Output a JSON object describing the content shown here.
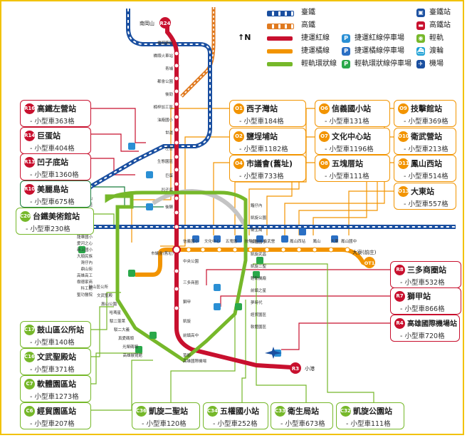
{
  "legend": {
    "lines": [
      {
        "label": "臺鐵",
        "color": "#1a4fa0",
        "style": "rail"
      },
      {
        "label": "高鐵",
        "color": "#e07a20",
        "style": "rail"
      },
      {
        "label": "捷運紅線",
        "color": "#c8102e",
        "style": "solid"
      },
      {
        "label": "捷運橘線",
        "color": "#f29400",
        "style": "solid"
      },
      {
        "label": "輕軌環狀線",
        "color": "#76b82a",
        "style": "solid"
      }
    ],
    "parking": [
      {
        "label": "捷運紅線停車場",
        "color": "#2a8fd4"
      },
      {
        "label": "捷運橘線停車場",
        "color": "#2a6fc4"
      },
      {
        "label": "輕軌環狀線停車場",
        "color": "#2aa84a"
      }
    ],
    "icons": [
      {
        "label": "臺鐵站",
        "icon": "train-icon",
        "color": "#1a4fa0"
      },
      {
        "label": "高鐵站",
        "icon": "hsr-icon",
        "color": "#c8102e"
      },
      {
        "label": "輕軌",
        "icon": "lrt-icon",
        "color": "#76b82a"
      },
      {
        "label": "渡輪",
        "icon": "ferry-icon",
        "color": "#1a9fd4"
      },
      {
        "label": "機場",
        "icon": "airplane-icon",
        "color": "#1a4fa0"
      }
    ]
  },
  "north_label": "N",
  "map_labels": {
    "top_station": "南岡山",
    "top_code": "R24",
    "end_orange": "大寮(前庄)",
    "end_orange_code": "OT1",
    "end_red": "小港",
    "end_red_code": "R3",
    "orange_stops": [
      "市議會(舊址)",
      "信義國小",
      "文化中心",
      "五塊厝",
      "技擊館",
      "衛武營",
      "鳳山西站",
      "鳳山",
      "大東",
      "鳳山國中"
    ],
    "red_stops": [
      "橋頭糖廠",
      "橋頭火車站",
      "青埔",
      "都會公園",
      "後勁",
      "楠梓加工區",
      "油廠國小",
      "世運",
      "左營",
      "生態園區",
      "巨蛋",
      "凹子底",
      "後驛",
      "中央公園",
      "三多商圈",
      "獅甲",
      "凱旋",
      "前鎮高中",
      "草衙",
      "高雄國際機場"
    ],
    "lrt_stops": [
      "籬仔內",
      "凱旋公園",
      "衛生局",
      "五權國小",
      "凱旋武昌",
      "凱旋二聖",
      "輕軌機廠",
      "前鎮之星",
      "夢時代",
      "經貿園區",
      "軟體園區",
      "高雄展覽館",
      "光榮碼頭",
      "真愛碼頭",
      "駁二大義",
      "駁二蓬萊",
      "哈瑪星",
      "壽山公園",
      "文武聖殿",
      "鼓山區公所",
      "鼓山",
      "馬卡道",
      "台鐵美術館",
      "內惟藝術中心",
      "美術館",
      "聯合醫院",
      "龍華國小",
      "愛河之心",
      "新上國小",
      "大順民族",
      "灣仔內",
      "鼎山街",
      "高雄高工",
      "樹德家商",
      "科工館",
      "聖功醫院"
    ]
  },
  "stations": [
    {
      "id": "r16",
      "code": "R16",
      "name": "高鐵左營站",
      "cap": "- 小型車363格",
      "color": "red"
    },
    {
      "id": "r14",
      "code": "R14",
      "name": "巨蛋站",
      "cap": "- 小型車404格",
      "color": "red"
    },
    {
      "id": "r13",
      "code": "R13",
      "name": "凹子底站",
      "cap": "- 小型車1360格",
      "color": "red"
    },
    {
      "id": "r10",
      "code": "R10",
      "name": "美麗島站",
      "cap": "- 小型車675格",
      "color": "mixed"
    },
    {
      "id": "c20",
      "code": "C20",
      "name": "台鐵美術館站",
      "cap": "- 小型車230格",
      "color": "green"
    },
    {
      "id": "o1",
      "code": "O1",
      "name": "西子灣站",
      "cap": "- 小型車184格",
      "color": "orange"
    },
    {
      "id": "o2",
      "code": "O2",
      "name": "鹽埕埔站",
      "cap": "- 小型車1182格",
      "color": "orange"
    },
    {
      "id": "o4",
      "code": "O4",
      "name": "市議會(舊址)",
      "cap": "- 小型車733格",
      "color": "orange"
    },
    {
      "id": "o6",
      "code": "O6",
      "name": "信義國小站",
      "cap": "- 小型車131格",
      "color": "orange"
    },
    {
      "id": "o7",
      "code": "O7",
      "name": "文化中心站",
      "cap": "- 小型車1196格",
      "color": "orange"
    },
    {
      "id": "o8",
      "code": "O8",
      "name": "五塊厝站",
      "cap": "- 小型車111格",
      "color": "orange"
    },
    {
      "id": "o9",
      "code": "O9",
      "name": "技擊館站",
      "cap": "- 小型車369格",
      "color": "orange"
    },
    {
      "id": "o10",
      "code": "O10",
      "name": "衛武營站",
      "cap": "- 小型車213格",
      "color": "orange"
    },
    {
      "id": "o11",
      "code": "O11",
      "name": "鳳山西站",
      "cap": "- 小型車514格",
      "color": "orange"
    },
    {
      "id": "o13",
      "code": "O13",
      "name": "大東站",
      "cap": "- 小型車557格",
      "color": "orange"
    },
    {
      "id": "r8",
      "code": "R8",
      "name": "三多商圈站",
      "cap": "- 小型車532格",
      "color": "red"
    },
    {
      "id": "r7",
      "code": "R7",
      "name": "獅甲站",
      "cap": "- 小型車866格",
      "color": "red"
    },
    {
      "id": "r4",
      "code": "R4",
      "name": "高雄國際機場站",
      "cap": "- 小型車720格",
      "color": "red"
    },
    {
      "id": "c17",
      "code": "C17",
      "name": "鼓山區公所站",
      "cap": "- 小型車140格",
      "color": "green"
    },
    {
      "id": "c16",
      "code": "C16",
      "name": "文武聖殿站",
      "cap": "- 小型車371格",
      "color": "green"
    },
    {
      "id": "c7",
      "code": "C7",
      "name": "軟體園區站",
      "cap": "- 小型車1273格",
      "color": "green"
    },
    {
      "id": "c6",
      "code": "C6",
      "name": "經貿園區站",
      "cap": "- 小型車207格",
      "color": "green"
    },
    {
      "id": "c36",
      "code": "C36",
      "name": "凱旋二聖站",
      "cap": "- 小型車120格",
      "color": "green"
    },
    {
      "id": "c34",
      "code": "C34",
      "name": "五權國小站",
      "cap": "- 小型車252格",
      "color": "green"
    },
    {
      "id": "c33",
      "code": "C33",
      "name": "衛生局站",
      "cap": "- 小型車673格",
      "color": "green"
    },
    {
      "id": "c32",
      "code": "C32",
      "name": "凱旋公園站",
      "cap": "- 小型車111格",
      "color": "green"
    }
  ]
}
